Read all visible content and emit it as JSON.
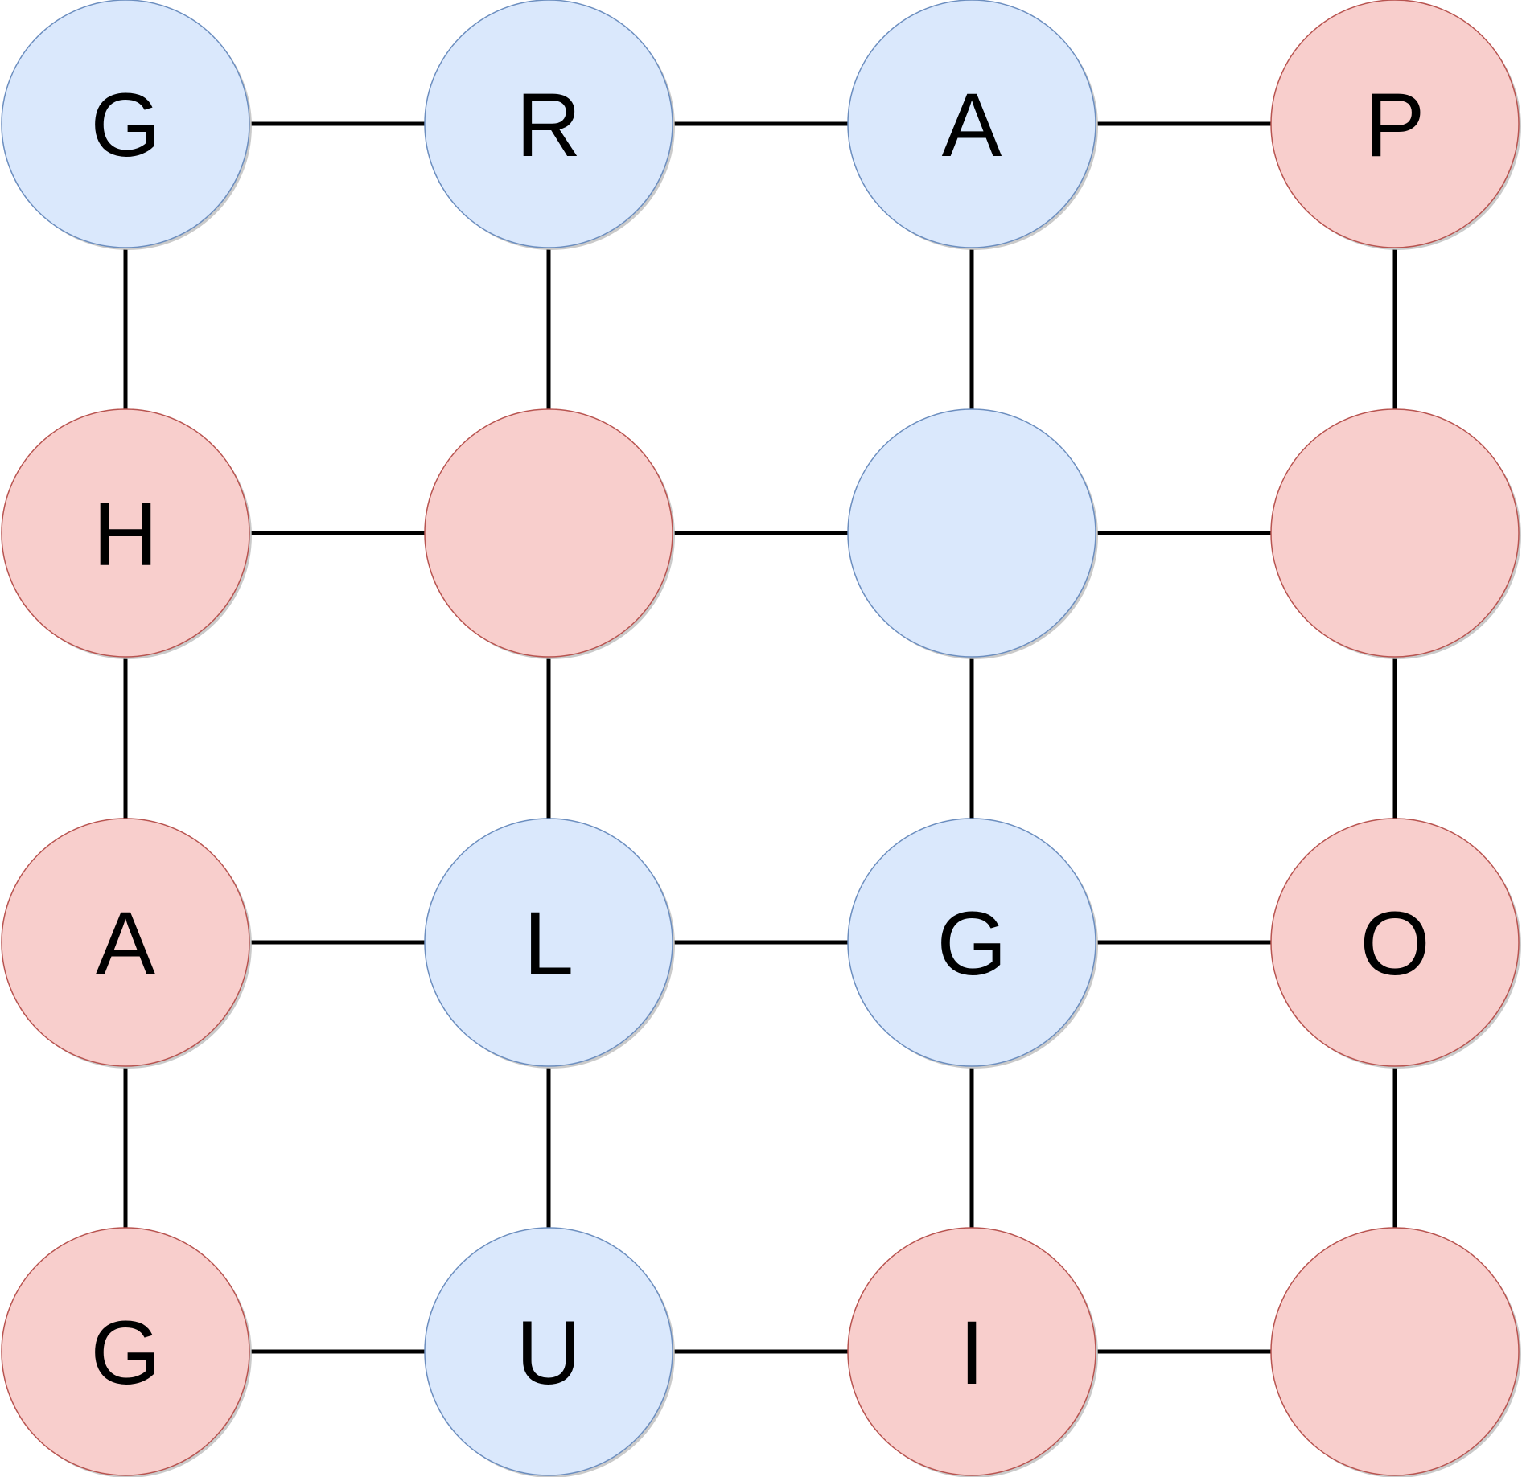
{
  "colors": {
    "blue_fill": "#dae8fc",
    "blue_stroke": "#6c8ebf",
    "red_fill": "#f8cecc",
    "red_stroke": "#b85450",
    "edge": "#000000"
  },
  "grid": {
    "rows": [
      [
        {
          "letter": "G",
          "color": "blue"
        },
        {
          "letter": "R",
          "color": "blue"
        },
        {
          "letter": "A",
          "color": "blue"
        },
        {
          "letter": "P",
          "color": "red"
        }
      ],
      [
        {
          "letter": "H",
          "color": "red"
        },
        {
          "letter": "",
          "color": "red"
        },
        {
          "letter": "",
          "color": "blue"
        },
        {
          "letter": "",
          "color": "red"
        }
      ],
      [
        {
          "letter": "A",
          "color": "red"
        },
        {
          "letter": "L",
          "color": "blue"
        },
        {
          "letter": "G",
          "color": "blue"
        },
        {
          "letter": "O",
          "color": "red"
        }
      ],
      [
        {
          "letter": "G",
          "color": "red"
        },
        {
          "letter": "U",
          "color": "blue"
        },
        {
          "letter": "I",
          "color": "red"
        },
        {
          "letter": "",
          "color": "red"
        }
      ]
    ]
  }
}
